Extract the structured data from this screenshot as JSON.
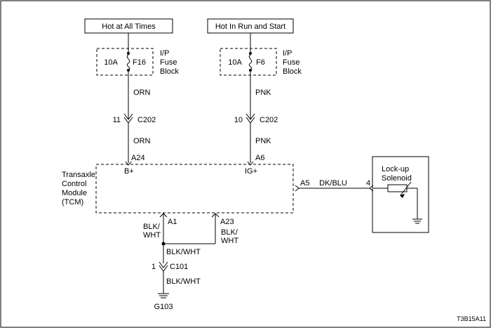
{
  "power_sources": {
    "left": "Hot at All Times",
    "right": "Hot In Run and Start"
  },
  "fuses": {
    "left": {
      "rating": "10A",
      "id": "F16",
      "block_line1": "I/P",
      "block_line2": "Fuse",
      "block_line3": "Block"
    },
    "right": {
      "rating": "10A",
      "id": "F6",
      "block_line1": "I/P",
      "block_line2": "Fuse",
      "block_line3": "Block"
    }
  },
  "wires": {
    "left_upper": "ORN",
    "left_lower": "ORN",
    "right_upper": "PNK",
    "right_lower": "PNK",
    "tcm_to_solenoid": "DK/BLU",
    "a1_line1": "BLK/",
    "a1_line2": "WHT",
    "a23_line1": "BLK/",
    "a23_line2": "WHT",
    "ground_upper": "BLK/WHT",
    "ground_lower": "BLK/WHT"
  },
  "connectors": {
    "left_c202_pin": "11",
    "left_c202_name": "C202",
    "right_c202_pin": "10",
    "right_c202_name": "C202",
    "c101_pin": "1",
    "c101_name": "C101",
    "solenoid_pin": "4"
  },
  "tcm": {
    "label_line1": "Transaxle",
    "label_line2": "Control",
    "label_line3": "Module",
    "label_line4": "(TCM)",
    "pin_a24": "A24",
    "pin_a24_name": "B+",
    "pin_a6": "A6",
    "pin_a6_name": "IG+",
    "pin_a5": "A5",
    "pin_a1": "A1",
    "pin_a23": "A23"
  },
  "solenoid": {
    "label_line1": "Lock-up",
    "label_line2": "Solenoid"
  },
  "ground": {
    "name": "G103"
  },
  "figure_id": "T3B15A11"
}
